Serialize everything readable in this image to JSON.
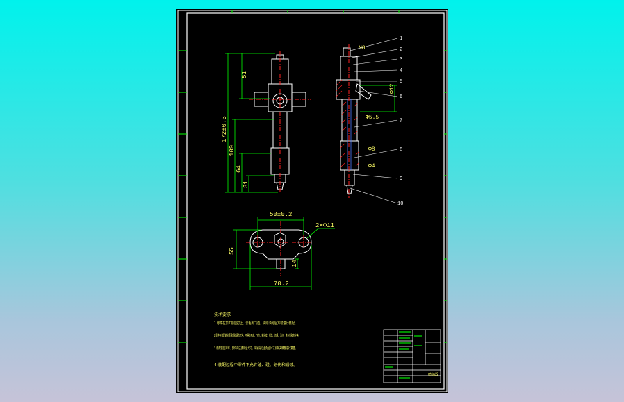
{
  "colors": {
    "background_top": "#00f2ec",
    "background_bottom": "#c6c3d8",
    "sheet": "#000000",
    "line_white": "#ffffff",
    "line_green": "#00ff00",
    "line_red": "#ff2020",
    "line_blue": "#4f7bff",
    "text_yellow": "#ffff66"
  },
  "dimensions": {
    "overall_length": "172±0.3",
    "top_segment": "51",
    "lower_len": "109",
    "lower_short": "64",
    "tip_len": "31",
    "width_vertical": "55",
    "flange_center": "50±0.2",
    "flange_width": "70.2",
    "hole_spec": "2×Φ11",
    "stub_len": "14",
    "section_m": "M8",
    "section_d1": "Φ12",
    "section_d2": "Φ5.5",
    "section_d3": "Φ8",
    "section_d4": "Φ4"
  },
  "part_numbers": [
    "1",
    "2",
    "3",
    "4",
    "5",
    "6",
    "7",
    "8",
    "9",
    "10"
  ],
  "notes": {
    "title": "技术要求",
    "items": [
      "1.零件在加工前应打上、去毛刺飞边，清除油污后方可进行装配。",
      "2.零件在装配前必须清理和清洗干净，不得有毛刺、飞边、氧化皮、锈蚀、切屑、油污、着色剂和灰尘等。",
      "3.装配前应对零、部件的主要配合尺寸，特别是过盈配合尺寸及相关精度进行复查。",
      "4.装配过程中零件不允许磕、碰、划伤和锈蚀。"
    ]
  },
  "title_block": {
    "label": "喷油器"
  }
}
